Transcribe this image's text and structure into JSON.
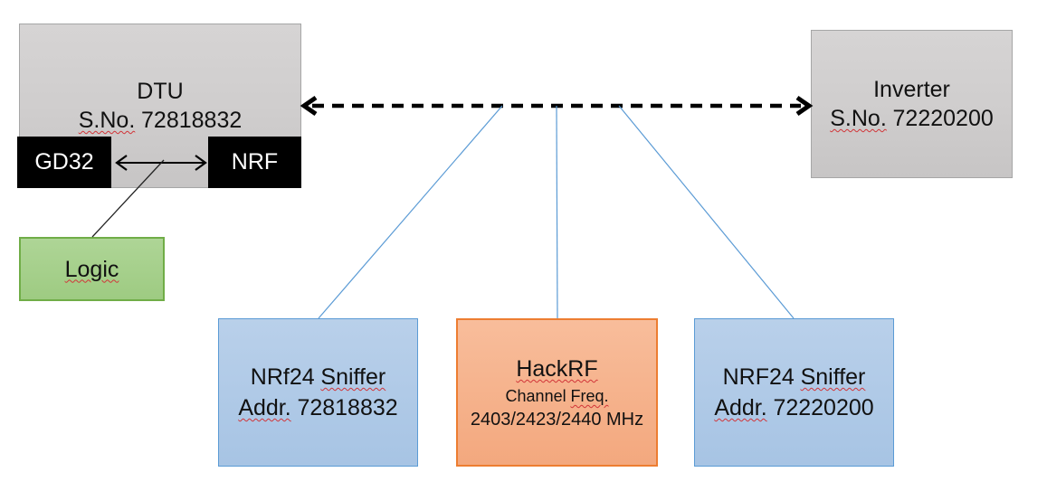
{
  "colors": {
    "gray_fill": "#cfcdcd",
    "gray_border": "#a6a6a6",
    "black_chip": "#000000",
    "chip_text": "#ffffff",
    "green_fill": "#a8d08d",
    "green_border": "#70ad47",
    "blue_fill": "#aec9e8",
    "blue_border": "#5b9bd5",
    "orange_fill": "#f5b08a",
    "orange_border": "#ed7d31",
    "connector_blue": "#5b9bd5",
    "arrow_black": "#000000",
    "squiggle_red": "#d13438"
  },
  "nodes": {
    "dtu": {
      "name": "DTU",
      "sn_label": "S.No.",
      "sn_value": "72818832"
    },
    "gd32": {
      "label": "GD32"
    },
    "nrf": {
      "label": "NRF"
    },
    "logic": {
      "label": "Logic"
    },
    "inverter": {
      "name": "Inverter",
      "sn_label": "S.No.",
      "sn_value": "72220200"
    },
    "sniffer_left": {
      "line1_word1": "NRf24",
      "line1_word2": "Sniffer",
      "line2_word1": "Addr.",
      "line2_word2": "72818832"
    },
    "hackrf": {
      "title": "HackRF",
      "line2_word1": "Channel",
      "line2_word2": "Freq.",
      "line3": "2403/2423/2440 MHz"
    },
    "sniffer_right": {
      "line1_word1": "NRF24",
      "line1_word2": "Sniffer",
      "line2_word1": "Addr.",
      "line2_word2": "72220200"
    }
  }
}
